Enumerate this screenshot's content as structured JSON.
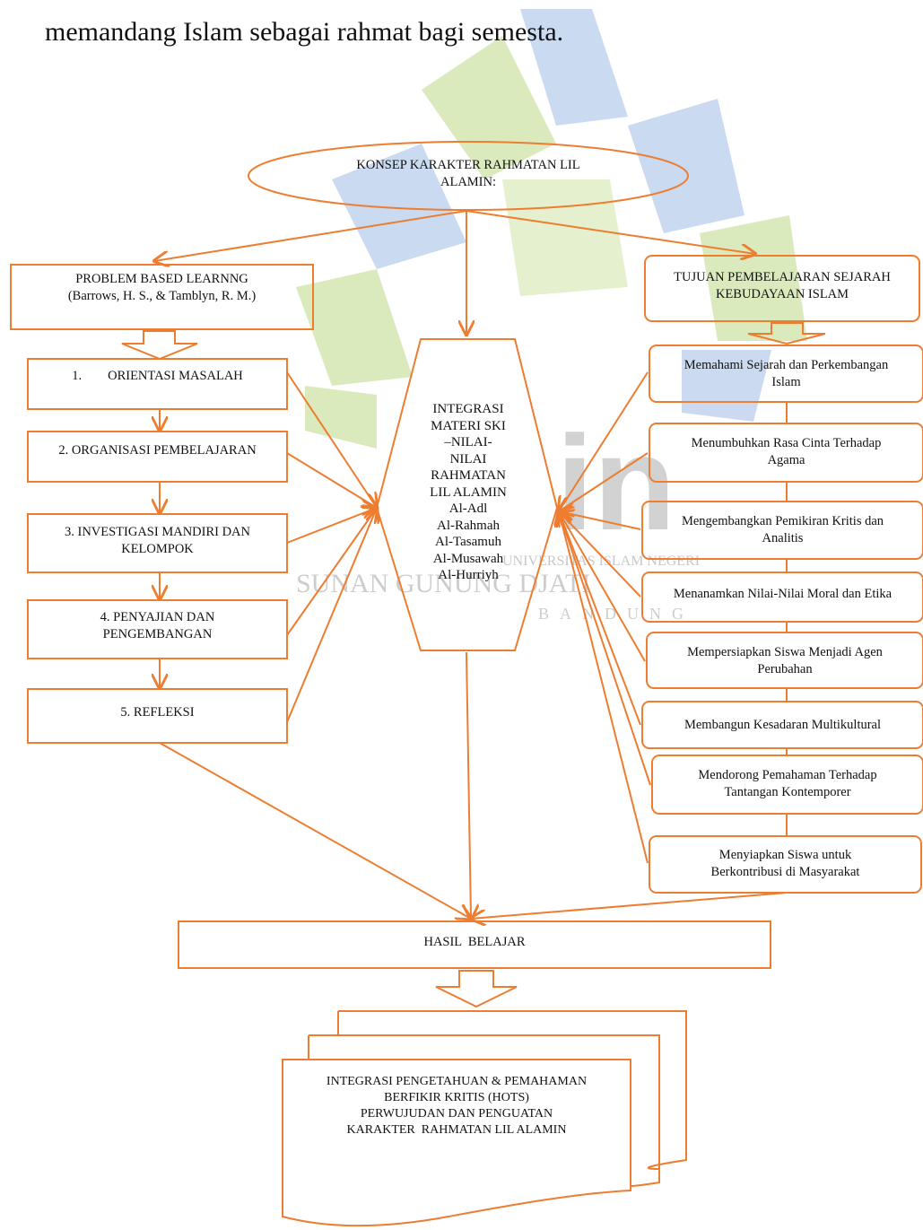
{
  "heading": "memandang Islam sebagai rahmat bagi semesta.",
  "colors": {
    "stroke": "#ed7d31",
    "watermark_blue": "#b9cdec",
    "watermark_green": "#cfe3a7",
    "watermark_gray": "#cfcfcf"
  },
  "watermark": {
    "initials": "in",
    "line1": "UNIVERSITAS ISLAM NEGERI",
    "line2": "SUNAN GUNUNG DJATI",
    "line3": "BANDUNG"
  },
  "top": {
    "line1": "KONSEP KARAKTER RAHMATAN LIL",
    "line2": "ALAMIN:"
  },
  "pbl": {
    "line1": "PROBLEM BASED LEARNNG",
    "line2": "(Barrows, H. S., & Tamblyn, R. M.)"
  },
  "steps": {
    "s1": "1.        ORIENTASI MASALAH",
    "s2": "2. ORGANISASI PEMBELAJARAN",
    "s3a": "3. INVESTIGASI MANDIRI DAN",
    "s3b": "KELOMPOK",
    "s4a": "4. PENYAJIAN DAN",
    "s4b": "PENGEMBANGAN",
    "s5": "5. REFLEKSI"
  },
  "center": {
    "lines": [
      "INTEGRASI",
      "MATERI SKI",
      "–NILAI-",
      "NILAI",
      "RAHMATAN",
      "LIL ALAMIN",
      "Al-Adl",
      "Al-Rahmah",
      "Al-Tasamuh",
      "Al-Musawah",
      "Al-Hurriyh"
    ]
  },
  "goals": {
    "title1": "TUJUAN PEMBELAJARAN SEJARAH",
    "title2": "KEBUDAYAAN ISLAM",
    "g1a": "Memahami Sejarah dan Perkembangan",
    "g1b": "Islam",
    "g2a": "Menumbuhkan Rasa Cinta Terhadap",
    "g2b": "Agama",
    "g3a": "Mengembangkan Pemikiran Kritis dan",
    "g3b": "Analitis",
    "g4": "Menanamkan Nilai-Nilai Moral dan Etika",
    "g5a": "Mempersiapkan Siswa Menjadi Agen",
    "g5b": "Perubahan",
    "g6": "Membangun Kesadaran Multikultural",
    "g7a": "Mendorong Pemahaman Terhadap",
    "g7b": "Tantangan Kontemporer",
    "g8a": "Menyiapkan Siswa untuk",
    "g8b": "Berkontribusi di Masyarakat"
  },
  "result": {
    "label": "HASIL  BELAJAR"
  },
  "output": {
    "l1": "INTEGRASI PENGETAHUAN & PEMAHAMAN",
    "l2": "BERFIKIR KRITIS (HOTS)",
    "l3": "PERWUJUDAN DAN PENGUATAN",
    "l4": "KARAKTER  RAHMATAN LIL ALAMIN"
  }
}
